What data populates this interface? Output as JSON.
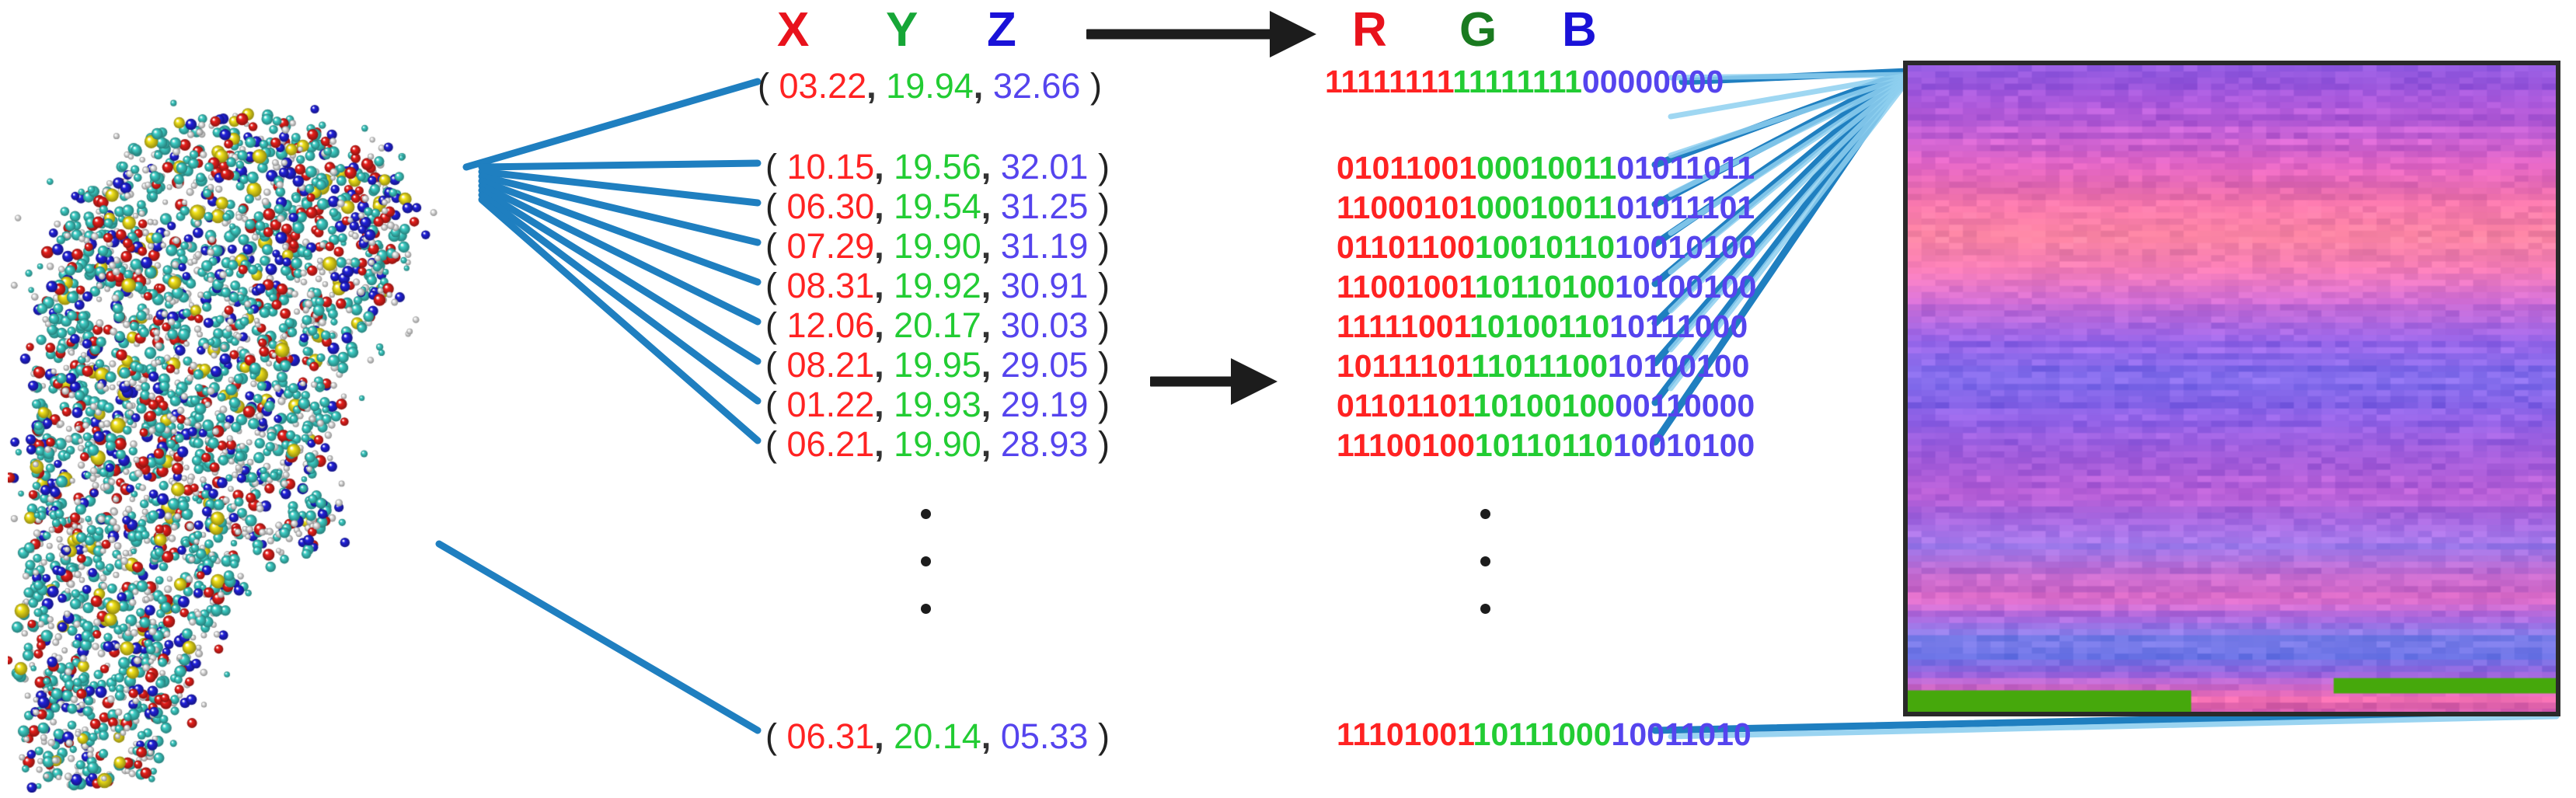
{
  "figure": {
    "title": "Protein 3D coordinates to RGB image encoding",
    "axis_headers": {
      "x": "X",
      "y": "Y",
      "z": "Z"
    },
    "channel_headers": {
      "r": "R",
      "g": "G",
      "b": "B"
    },
    "open_paren": "(",
    "close_paren": ")",
    "comma": ","
  },
  "arrows": [
    {
      "name": "arrow-top",
      "direction": "right"
    },
    {
      "name": "arrow-mid",
      "direction": "right"
    }
  ],
  "coordinates": {
    "top_sample": {
      "x": "03.22",
      "y": "19.94",
      "z": "32.66"
    },
    "rows": [
      {
        "x": "10.15",
        "y": "19.56",
        "z": "32.01"
      },
      {
        "x": "06.30",
        "y": "19.54",
        "z": "31.25"
      },
      {
        "x": "07.29",
        "y": "19.90",
        "z": "31.19"
      },
      {
        "x": "08.31",
        "y": "19.92",
        "z": "30.91"
      },
      {
        "x": "12.06",
        "y": "20.17",
        "z": "30.03"
      },
      {
        "x": "08.21",
        "y": "19.95",
        "z": "29.05"
      },
      {
        "x": "01.22",
        "y": "19.93",
        "z": "29.19"
      },
      {
        "x": "06.21",
        "y": "19.90",
        "z": "28.93"
      }
    ],
    "bottom_sample": {
      "x": "06.31",
      "y": "20.14",
      "z": "05.33"
    },
    "ellipsis": "three vertical dots"
  },
  "binary": {
    "top_sample": {
      "r": "11111111",
      "g": "11111111",
      "b": "00000000"
    },
    "rows": [
      {
        "r": "01011001",
        "g": "00010011",
        "b": "01011011"
      },
      {
        "r": "11000101",
        "g": "00010011",
        "b": "01011101"
      },
      {
        "r": "01101100",
        "g": "10010110",
        "b": "10010100"
      },
      {
        "r": "11001001",
        "g": "10110100",
        "b": "10100100"
      },
      {
        "r": "11111001",
        "g": "10100110",
        "b": "10111000"
      },
      {
        "r": "10111101",
        "g": "11011100",
        "b": "10100100"
      },
      {
        "r": "01101101",
        "g": "10100100",
        "b": "00110000"
      },
      {
        "r": "11100100",
        "g": "10110110",
        "b": "10010100"
      }
    ],
    "bottom_sample": {
      "r": "11101001",
      "g": "10111000",
      "b": "10011010"
    },
    "ellipsis": "three vertical dots"
  },
  "molecule": {
    "label": "ball-and-stick protein model",
    "atom_colors": {
      "carbon": "#3fd0c8",
      "oxygen": "#e8201c",
      "nitrogen": "#2222dd",
      "sulfur": "#f2e31a",
      "hydrogen": "#e8e8e8"
    }
  },
  "output_image": {
    "label": "encoded RGB image",
    "border_color": "#2a2a2a",
    "accent_band_color": "#46a80c",
    "palette": [
      "#8b5ce8",
      "#a25fe0",
      "#c45fd0",
      "#e05fb8",
      "#f06aa0",
      "#f089a8",
      "#d77ad8",
      "#9b6fe8",
      "#7b7ce8",
      "#6a8ae8"
    ]
  },
  "colors": {
    "red": "#ff2222",
    "green": "#22cc33",
    "blue": "#5544ee",
    "header_red": "#e8121c",
    "header_green": "#16a637",
    "header_blue": "#1a12d8",
    "leader_line": "#1f7fc0",
    "leader_line_light": "#8fd0f0",
    "arrow": "#1c1c1c"
  }
}
